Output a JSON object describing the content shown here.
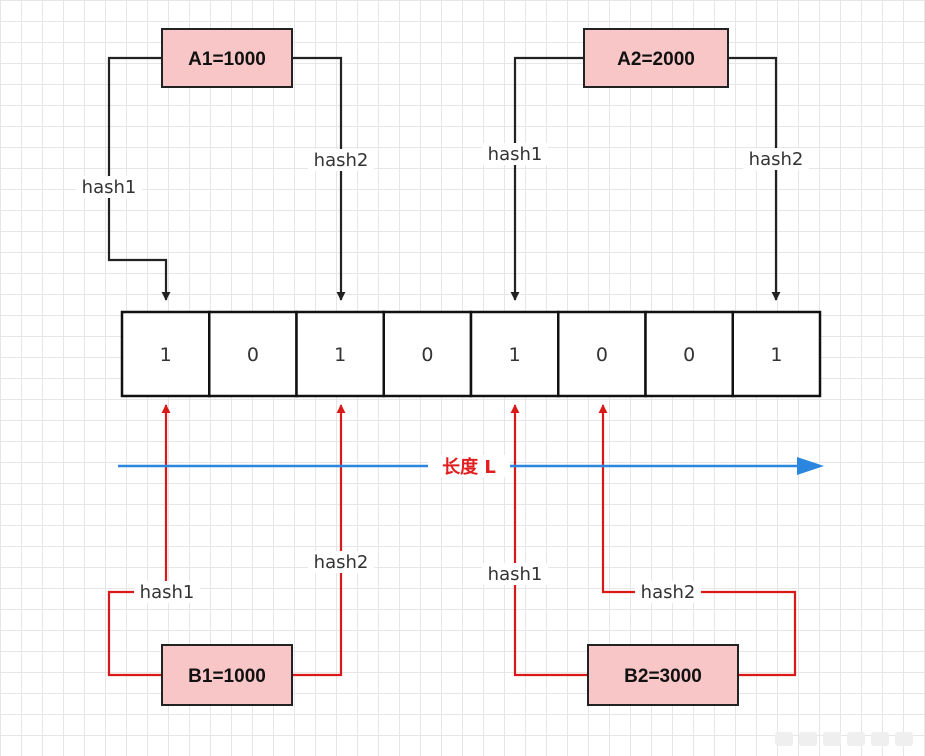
{
  "colors": {
    "key_box_fill": "#f8c6c6",
    "black_line": "#222222",
    "red_line": "#d91818",
    "blue_arrow": "#2b86e0",
    "length_text": "#e02020"
  },
  "keys_top": [
    {
      "label": "A1=1000"
    },
    {
      "label": "A2=2000"
    }
  ],
  "keys_bottom": [
    {
      "label": "B1=1000"
    },
    {
      "label": "B2=3000"
    }
  ],
  "bit_array": [
    "1",
    "0",
    "1",
    "0",
    "1",
    "0",
    "0",
    "1"
  ],
  "hash_labels": {
    "a1_hash1": "hash1",
    "a1_hash2": "hash2",
    "a2_hash1": "hash1",
    "a2_hash2": "hash2",
    "b1_hash1": "hash1",
    "b1_hash2": "hash2",
    "b2_hash1": "hash1",
    "b2_hash2": "hash2"
  },
  "length_label": "长度 L"
}
